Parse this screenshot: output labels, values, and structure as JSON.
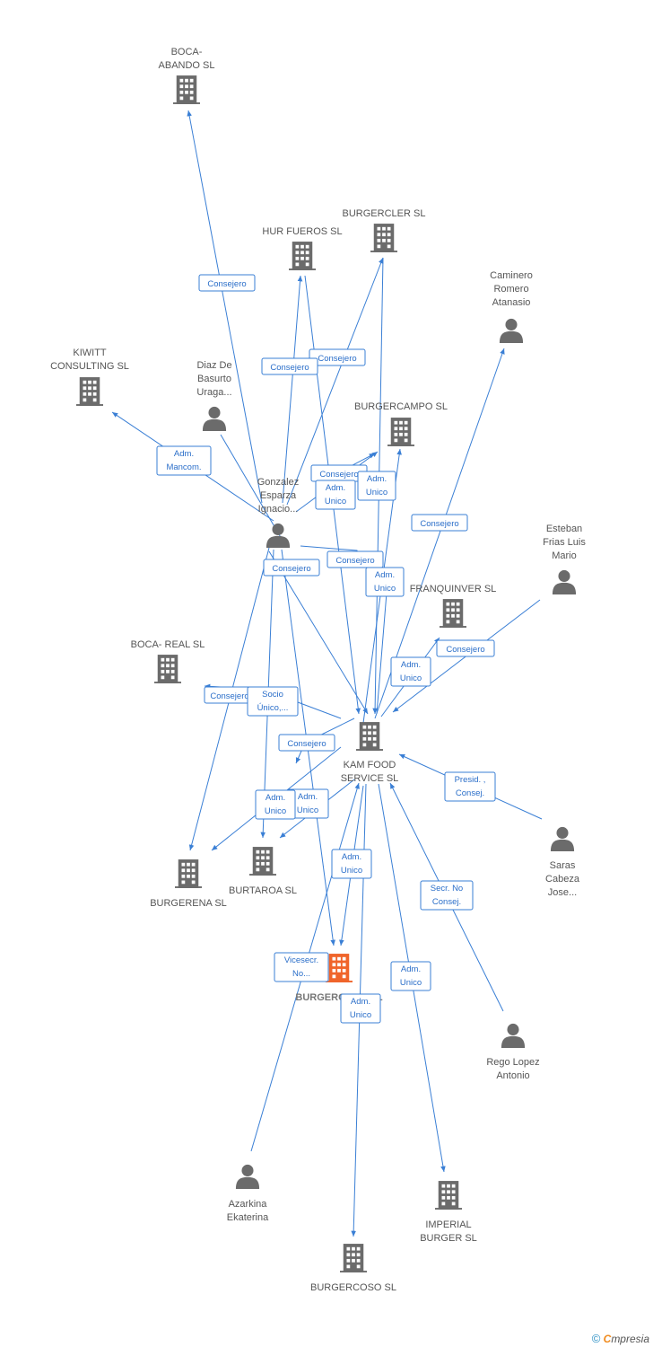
{
  "colors": {
    "edge": "#3a7fd5",
    "icon": "#6b6b6b",
    "focus": "#f0642a",
    "label": "#555555"
  },
  "nodes": [
    {
      "id": "boca_abando",
      "type": "company",
      "label": [
        "BOCA-",
        "ABANDO SL"
      ]
    },
    {
      "id": "burgercler",
      "type": "company",
      "label": [
        "BURGERCLER SL"
      ]
    },
    {
      "id": "hur_fueros",
      "type": "company",
      "label": [
        "HUR FUEROS SL"
      ]
    },
    {
      "id": "caminero",
      "type": "person",
      "label": [
        "Caminero",
        "Romero",
        "Atanasio"
      ]
    },
    {
      "id": "kiwitt",
      "type": "company",
      "label": [
        "KIWITT",
        "CONSULTING SL"
      ]
    },
    {
      "id": "diaz",
      "type": "person",
      "label": [
        "Diaz De",
        "Basurto",
        "Uraga..."
      ]
    },
    {
      "id": "burgercampo",
      "type": "company",
      "label": [
        "BURGERCAMPO SL"
      ]
    },
    {
      "id": "gonzalez",
      "type": "person",
      "label": [
        "Gonzalez",
        "Esparza",
        "Ignacio..."
      ]
    },
    {
      "id": "esteban",
      "type": "person",
      "label": [
        "Esteban",
        "Frias Luis",
        "Mario"
      ]
    },
    {
      "id": "franquinver",
      "type": "company",
      "label": [
        "FRANQUINVER SL"
      ]
    },
    {
      "id": "boca_real",
      "type": "company",
      "label": [
        "BOCA- REAL SL"
      ]
    },
    {
      "id": "kam_food",
      "type": "company",
      "label": [
        "KAM FOOD",
        "SERVICE  SL"
      ]
    },
    {
      "id": "saras",
      "type": "person",
      "label": [
        "Saras",
        "Cabeza",
        "Jose..."
      ]
    },
    {
      "id": "burgerena",
      "type": "company",
      "label": [
        "BURGERENA SL"
      ]
    },
    {
      "id": "burtaroa",
      "type": "company",
      "label": [
        "BURTAROA SL"
      ]
    },
    {
      "id": "burgercoso_focus",
      "type": "focus",
      "label": [
        "BURGERCOSO SL"
      ]
    },
    {
      "id": "rego",
      "type": "person",
      "label": [
        "Rego Lopez",
        "Antonio"
      ]
    },
    {
      "id": "azarkina",
      "type": "person",
      "label": [
        "Azarkina",
        "Ekaterina"
      ]
    },
    {
      "id": "imperial",
      "type": "company",
      "label": [
        "IMPERIAL",
        "BURGER SL"
      ]
    },
    {
      "id": "burgercoso",
      "type": "company",
      "label": [
        "BURGERCOSO SL"
      ]
    }
  ],
  "edges": [
    {
      "label": [
        "Consejero"
      ]
    },
    {
      "label": [
        "Consejero"
      ]
    },
    {
      "label": [
        "Consejero"
      ]
    },
    {
      "label": [
        "Adm.",
        "Mancom."
      ]
    },
    {
      "label": [
        "Consejero"
      ]
    },
    {
      "label": [
        "Adm.",
        "Unico"
      ]
    },
    {
      "label": [
        "Adm.",
        "Unico"
      ]
    },
    {
      "label": [
        "Consejero"
      ]
    },
    {
      "label": [
        "Consejero"
      ]
    },
    {
      "label": [
        "Consejero"
      ]
    },
    {
      "label": [
        "Adm.",
        "Unico"
      ]
    },
    {
      "label": [
        "Consejero"
      ]
    },
    {
      "label": [
        "Adm.",
        "Unico"
      ]
    },
    {
      "label": [
        "Consejero"
      ]
    },
    {
      "label": [
        "Socio",
        "Único,..."
      ]
    },
    {
      "label": [
        "Consejero"
      ]
    },
    {
      "label": [
        "Adm.",
        "Unico"
      ]
    },
    {
      "label": [
        "Adm.",
        "Unico"
      ]
    },
    {
      "label": [
        "Presid. ,",
        "Consej."
      ]
    },
    {
      "label": [
        "Adm.",
        "Unico"
      ]
    },
    {
      "label": [
        "Secr.  No",
        "Consej."
      ]
    },
    {
      "label": [
        "Vicesecr.",
        "No..."
      ]
    },
    {
      "label": [
        "Adm.",
        "Unico"
      ]
    },
    {
      "label": [
        "Adm.",
        "Unico"
      ]
    }
  ],
  "footer": {
    "copyright": "©",
    "brand_first": "C",
    "brand_rest": "mpresia"
  }
}
